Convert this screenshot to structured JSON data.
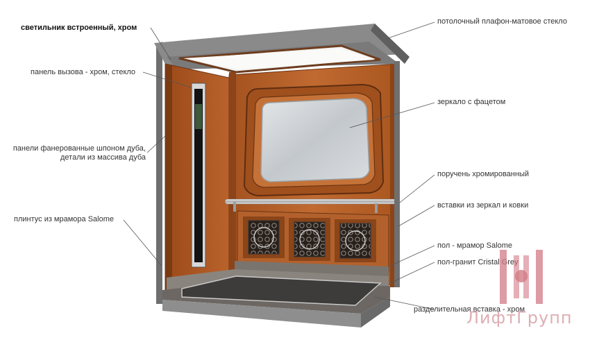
{
  "labels": {
    "light": "светильник встроенный, хром",
    "call_panel": "панель вызова - хром, стекло",
    "veneer_line1": "панели фанерованные шпоном дуба,",
    "veneer_line2": "детали из массива дуба",
    "plinth": "плинтус из мрамора Salome",
    "ceiling": "потолочный плафон-матовое стекло",
    "mirror": "зеркало с фацетом",
    "handrail": "поручень хромированный",
    "inserts": "вставки из зеркал и ковки",
    "floor_marble": "пол - мрамор Salome",
    "floor_granite": "пол-гранит Cristal Grey",
    "divider": "разделительная вставка - хром"
  },
  "watermark": "ЛифтГрупп",
  "colors": {
    "wood": "#b7622b",
    "wood_dark": "#8a4519",
    "wood_light": "#cf7a3c",
    "chrome": "#c8c8c8",
    "mirror": "#cfd4d8",
    "marble": "#6e6a66",
    "granite": "#3d3b3a",
    "ceiling_frame": "#7b7b7b",
    "logo": "#d27a85"
  }
}
